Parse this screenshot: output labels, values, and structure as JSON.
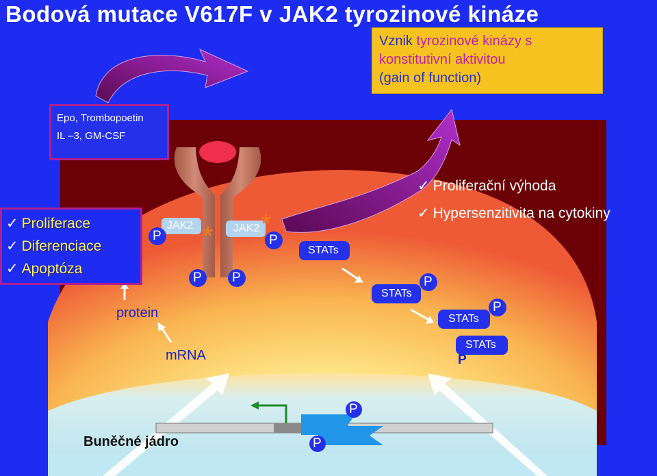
{
  "title": "Bodová mutace V617F v JAK2 tyrozinové kináze",
  "callout": {
    "line1_plain": "Vznik ",
    "line1_highlight": "tyrozinové kinázy s",
    "line2": "konstitutivní aktivitou",
    "line3": "(gain of function)"
  },
  "ligands": {
    "line1": "Epo, Trombopoetin",
    "line2": "IL –3, GM-CSF"
  },
  "outcomes": {
    "items": [
      "Proliferace",
      "Diferenciace",
      "Apoptóza"
    ]
  },
  "effects": {
    "items": [
      "Proliferační výhoda",
      "Hypersenzitivita na cytokiny"
    ]
  },
  "labels": {
    "jak2_left": "JAK2",
    "jak2_right": "JAK2",
    "p": "P",
    "stats": "STATs",
    "protein": "protein",
    "mrna": "mRNA",
    "nucleus": "Buněčné jádro",
    "mutation_mark": "*"
  },
  "colors": {
    "background": "#1d2cf0",
    "maroon": "#6b0006",
    "cytoplasm_center": "#fff2a8",
    "cytoplasm_edge": "#f0603a",
    "nucleus": "#bfe8f2",
    "receptor": "#c47763",
    "jak2_box": "#b3d4ef",
    "mutation": "#f47b20",
    "arrow_purple": "#8a1f9a",
    "callout": "#f6c220"
  }
}
